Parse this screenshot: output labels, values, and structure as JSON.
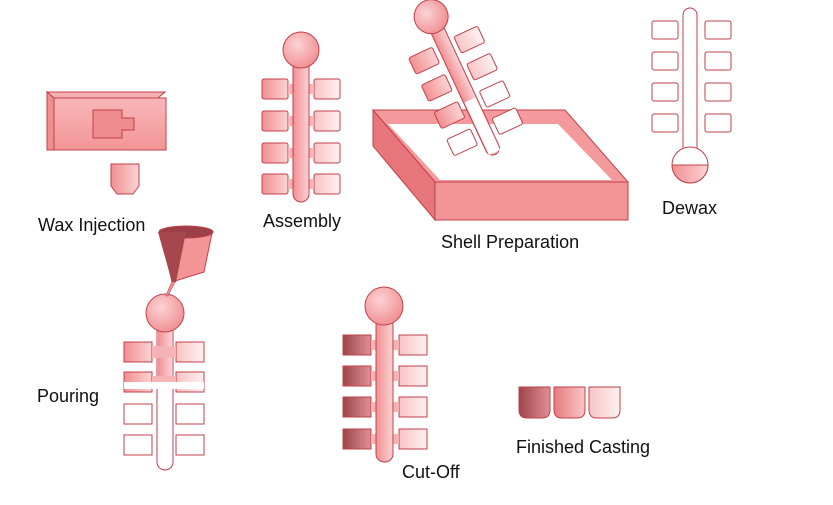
{
  "colors": {
    "pink": "#f29a9c",
    "pink_light": "#f8c2c3",
    "pink_pale": "#fce4e4",
    "dark": "#b55a5f",
    "outline": "#c0404a",
    "white": "#ffffff"
  },
  "steps": [
    {
      "label": "Wax Injection"
    },
    {
      "label": "Assembly"
    },
    {
      "label": "Shell Preparation"
    },
    {
      "label": "Dewax"
    },
    {
      "label": "Pouring"
    },
    {
      "label": "Cut-Off"
    },
    {
      "label": "Finished Casting"
    }
  ]
}
